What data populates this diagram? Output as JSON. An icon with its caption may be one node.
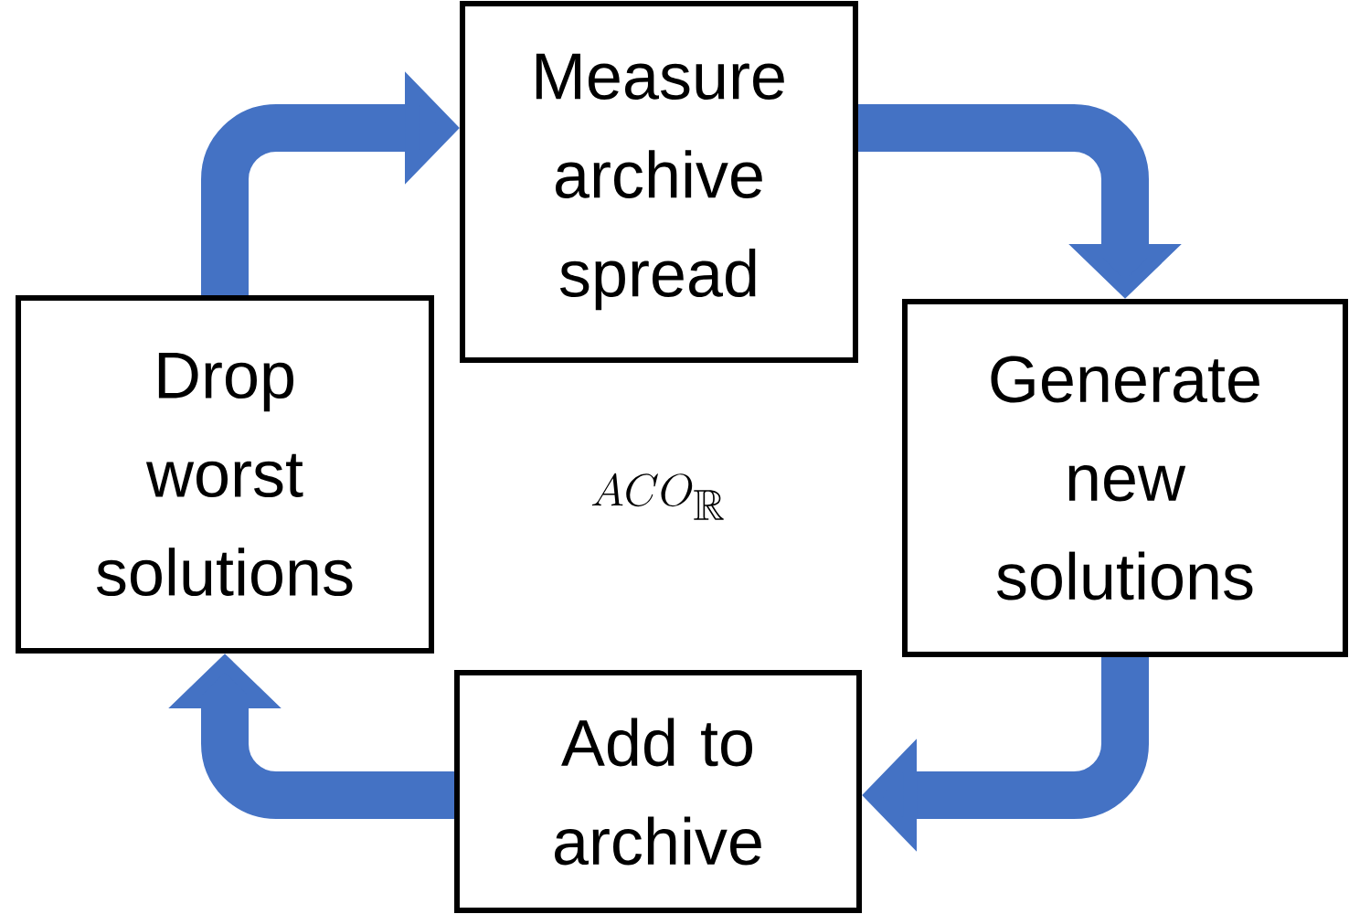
{
  "diagram": {
    "nodes": [
      {
        "text": [
          "Measure archive spread"
        ]
      },
      {
        "text": [
          "Generate new solutions"
        ]
      },
      {
        "text": [
          "Add to archive"
        ]
      },
      {
        "text": [
          "Drop worst solutions"
        ]
      }
    ],
    "edges": [
      {
        "from": 3,
        "to": 0,
        "arrow": "to"
      },
      {
        "from": 0,
        "to": 1,
        "arrow": "to"
      },
      {
        "from": 1,
        "to": 2,
        "arrow": "to"
      },
      {
        "from": 2,
        "to": 3,
        "arrow": "to"
      }
    ],
    "labels": [
      "ACO_{\\mathbb{R}}"
    ]
  }
}
